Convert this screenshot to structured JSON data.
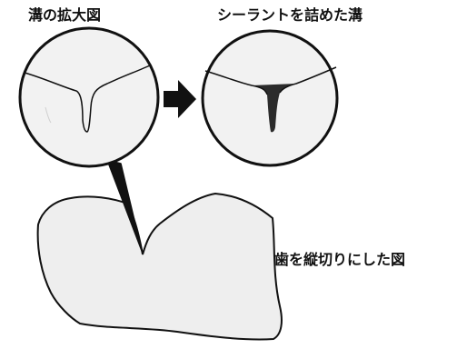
{
  "labels": {
    "enlarged_groove": "溝の拡大図",
    "sealant_filled_groove": "シーラントを詰めた溝",
    "tooth_cross_section": "歯を縦切りにした図"
  },
  "colors": {
    "tooth_fill": "#eeeeee",
    "outline": "#111111",
    "sealant": "#2b2b2b",
    "arrow": "#111111"
  },
  "icons": {
    "process_arrow": "right-arrow-icon"
  }
}
